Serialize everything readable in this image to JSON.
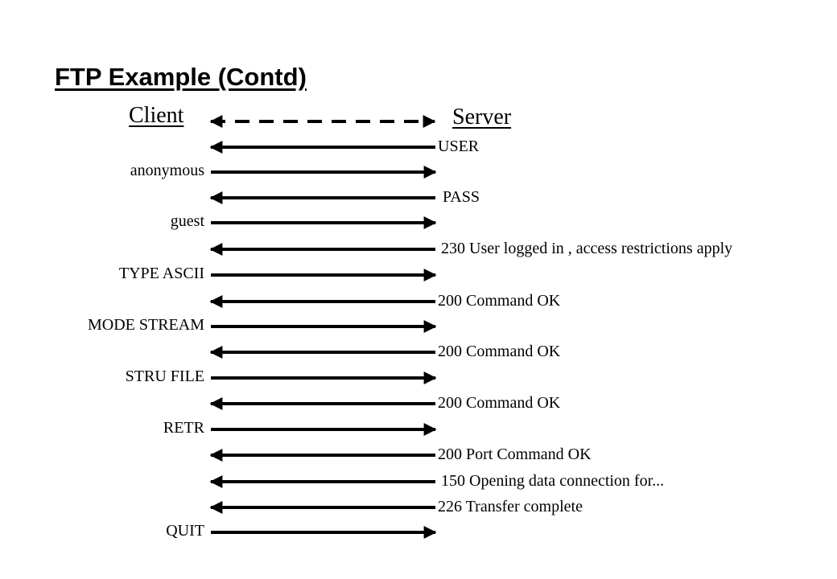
{
  "title": "FTP Example (Contd)",
  "client_label": "Client",
  "server_label": "Server",
  "messages": [
    {
      "direction": "to-client",
      "label": "USER"
    },
    {
      "direction": "to-server",
      "label": "anonymous"
    },
    {
      "direction": "to-client",
      "label": "PASS"
    },
    {
      "direction": "to-server",
      "label": "guest"
    },
    {
      "direction": "to-client",
      "label": "230 User logged in , access restrictions apply"
    },
    {
      "direction": "to-server",
      "label": "TYPE ASCII"
    },
    {
      "direction": "to-client",
      "label": "200 Command OK"
    },
    {
      "direction": "to-server",
      "label": "MODE STREAM"
    },
    {
      "direction": "to-client",
      "label": "200 Command OK"
    },
    {
      "direction": "to-server",
      "label": "STRU FILE"
    },
    {
      "direction": "to-client",
      "label": "200 Command OK"
    },
    {
      "direction": "to-server",
      "label": "RETR"
    },
    {
      "direction": "to-client",
      "label": "200 Port Command OK"
    },
    {
      "direction": "to-client",
      "label": "150 Opening data connection for..."
    },
    {
      "direction": "to-client",
      "label": "226 Transfer complete"
    },
    {
      "direction": "to-server",
      "label": "QUIT"
    }
  ]
}
